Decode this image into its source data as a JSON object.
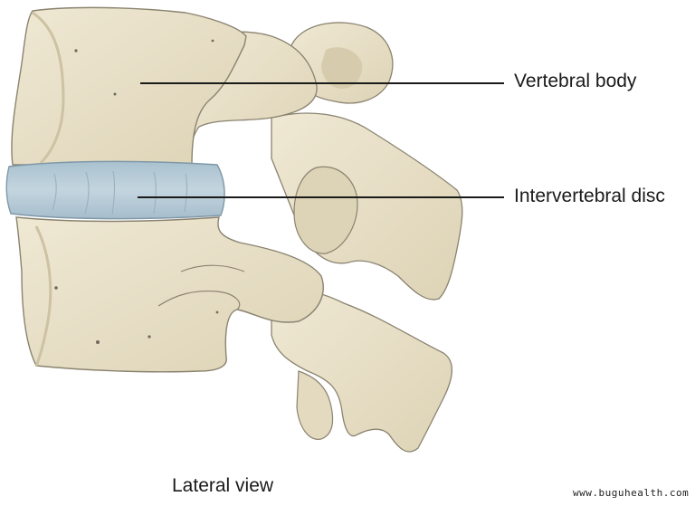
{
  "diagram": {
    "labels": {
      "vertebral_body": "Vertebral body",
      "intervertebral_disc": "Intervertebral disc"
    },
    "caption": "Lateral view",
    "watermark": "www.buguhealth.com",
    "colors": {
      "bone": "#e8e0c8",
      "bone_shadow": "#cfc5a6",
      "bone_outline": "#8a8370",
      "disc": "#b9cdd8",
      "disc_outline": "#7f98a8",
      "leader_line": "#1a1a1a",
      "background": "#ffffff"
    }
  }
}
